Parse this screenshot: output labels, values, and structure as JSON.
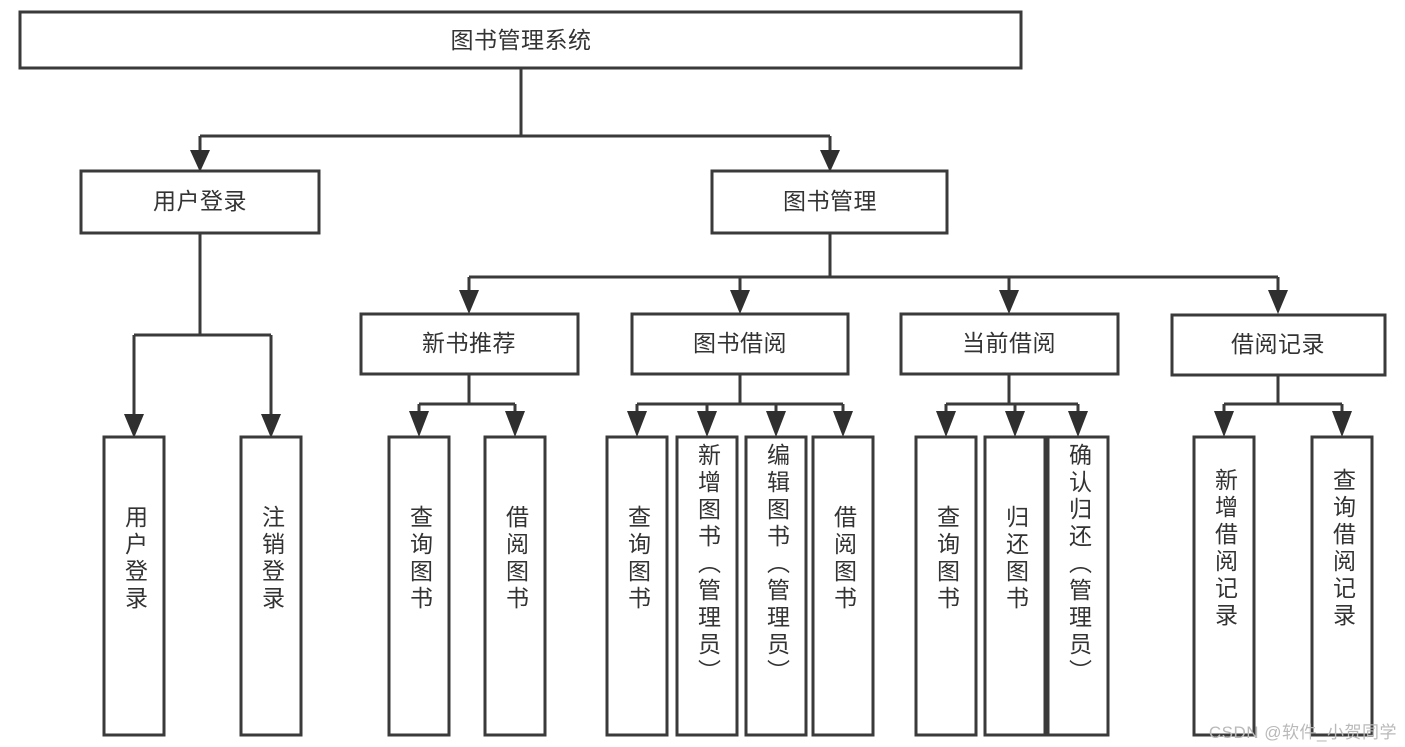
{
  "diagram": {
    "title": "图书管理系统",
    "watermark": "CSDN @软件_小贺同学",
    "root": {
      "id": "root",
      "label": "图书管理系统"
    },
    "level1": [
      {
        "id": "user-login",
        "label": "用户登录"
      },
      {
        "id": "book-management",
        "label": "图书管理"
      }
    ],
    "level2": [
      {
        "id": "new-book-recommend",
        "label": "新书推荐",
        "parent": "book-management"
      },
      {
        "id": "book-borrow",
        "label": "图书借阅",
        "parent": "book-management"
      },
      {
        "id": "current-borrow",
        "label": "当前借阅",
        "parent": "book-management"
      },
      {
        "id": "borrow-record",
        "label": "借阅记录",
        "parent": "book-management"
      }
    ],
    "leaves": [
      {
        "id": "leaf-user-login",
        "label": "用户登录",
        "parent": "user-login"
      },
      {
        "id": "leaf-logout-login",
        "label": "注销登录",
        "parent": "user-login"
      },
      {
        "id": "leaf-query-book-1",
        "label": "查询图书",
        "parent": "new-book-recommend"
      },
      {
        "id": "leaf-borrow-book-1",
        "label": "借阅图书",
        "parent": "new-book-recommend"
      },
      {
        "id": "leaf-query-book-2",
        "label": "查询图书",
        "parent": "book-borrow"
      },
      {
        "id": "leaf-add-book",
        "label": "新增图书（管理员）",
        "parent": "book-borrow"
      },
      {
        "id": "leaf-edit-book",
        "label": "编辑图书（管理员）",
        "parent": "book-borrow"
      },
      {
        "id": "leaf-borrow-book-2",
        "label": "借阅图书",
        "parent": "book-borrow"
      },
      {
        "id": "leaf-query-book-3",
        "label": "查询图书",
        "parent": "current-borrow"
      },
      {
        "id": "leaf-return-book",
        "label": "归还图书",
        "parent": "current-borrow"
      },
      {
        "id": "leaf-confirm-return",
        "label": "确认归还（管理员）",
        "parent": "current-borrow"
      },
      {
        "id": "leaf-add-record",
        "label": "新增借阅记录",
        "parent": "borrow-record"
      },
      {
        "id": "leaf-query-record",
        "label": "查询借阅记录",
        "parent": "borrow-record"
      }
    ],
    "colors": {
      "stroke": "#3a3a3a",
      "arrow": "#2f2f2f",
      "box_fill": "#ffffff",
      "text": "#333333",
      "watermark": "#b9b9b9",
      "background": "#ffffff"
    }
  }
}
